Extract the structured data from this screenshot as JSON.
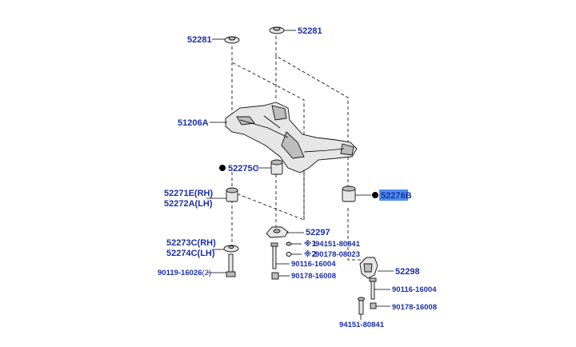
{
  "labels": {
    "top_left_washer": "52281",
    "top_center_washer": "52281",
    "crossmember": "51206A",
    "bushing_left": "52275C",
    "bushing_right": "52276B",
    "stopper_rh": "52271E(RH)",
    "stopper_lh": "52272A(LH)",
    "retainer_rh": "52273C(RH)",
    "retainer_lh": "52274C(LH)",
    "bolt_left": "90119-16026",
    "bolt_left_qty": "(2)",
    "bracket_center": "52297",
    "note1_mark": "※1",
    "note1_part": "94151-80841",
    "note2_mark": "※2",
    "note2_part": "90178-08023",
    "bolt_center": "90116-16004",
    "nut_center": "90178-16008",
    "bracket_right": "52298",
    "bolt_right": "90116-16004",
    "nut_right": "90178-16008",
    "bottom_right_part": "94151-80841"
  },
  "colors": {
    "label_text": "#1b2fa0",
    "highlight": "#4d8ef0",
    "line": "#000000"
  }
}
